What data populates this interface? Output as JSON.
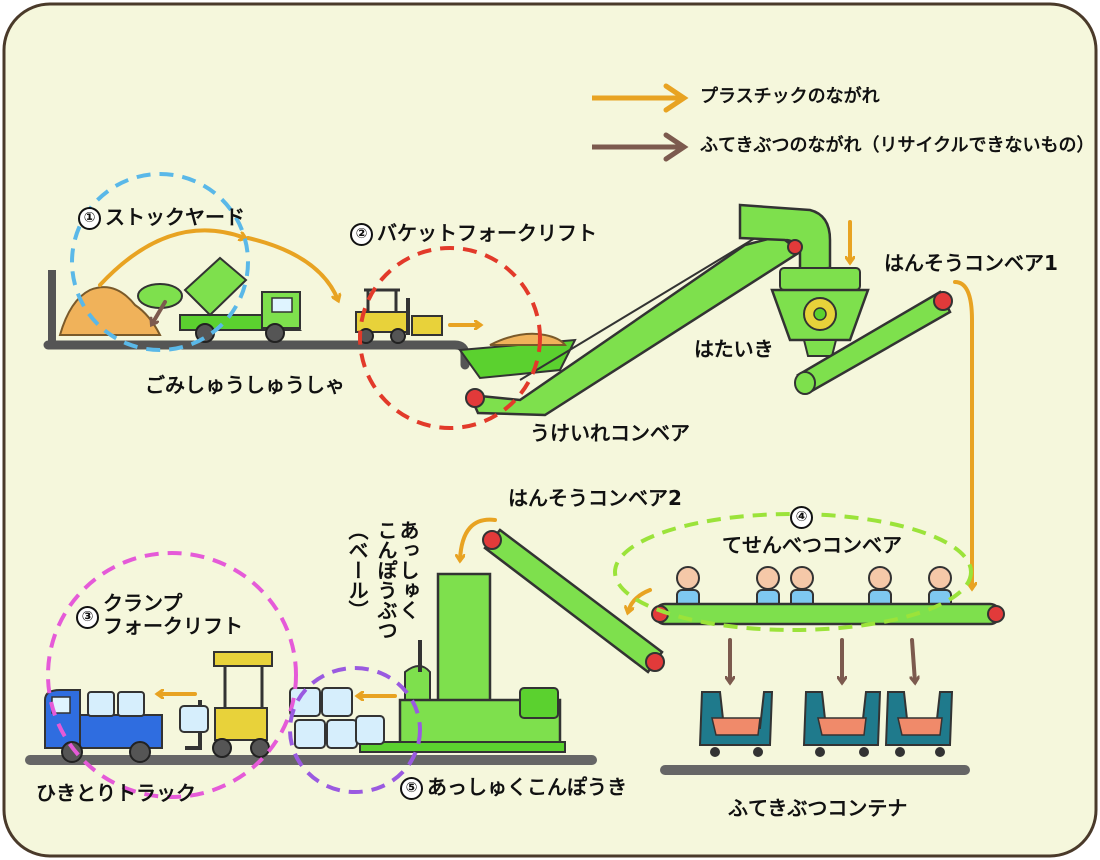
{
  "legend": {
    "plastic_flow": "プラスチックのながれ",
    "nonburn_flow": "ふてきぶつのながれ（リサイクルできないもの）"
  },
  "colors": {
    "plastic_arrow": "#e8a322",
    "nonburn_arrow": "#7c5a4e",
    "background": "#f5f7dc",
    "machine_green": "#7ee04d",
    "ring_1": "#5ab8e8",
    "ring_2": "#e23a2a",
    "ring_3": "#e55ad8",
    "ring_4": "#9be33a",
    "ring_5": "#9a5ae0"
  },
  "steps": {
    "s1": {
      "number": "①",
      "label": "ストックヤード"
    },
    "s2": {
      "number": "②",
      "label": "バケットフォークリフト"
    },
    "s3": {
      "number": "③",
      "label": "クランプ\nフォークリフト"
    },
    "s4": {
      "number": "④",
      "label": "てせんべつコンベア"
    },
    "s5": {
      "number": "⑤",
      "label": "あっしゅくこんぽうき"
    }
  },
  "labels": {
    "garbage_truck": "ごみしゅうしゅうしゃ",
    "receiving_conveyor": "うけいれコンベア",
    "beater": "はたいき",
    "transfer_conveyor_1": "はんそうコンベア1",
    "transfer_conveyor_2": "はんそうコンベア2",
    "compressed_bale": "あっしゅく\nこんぽうぶつ",
    "bale_note": "（ベール）",
    "pickup_truck": "ひきとりトラック",
    "nonburn_container": "ふてきぶつコンテナ"
  }
}
